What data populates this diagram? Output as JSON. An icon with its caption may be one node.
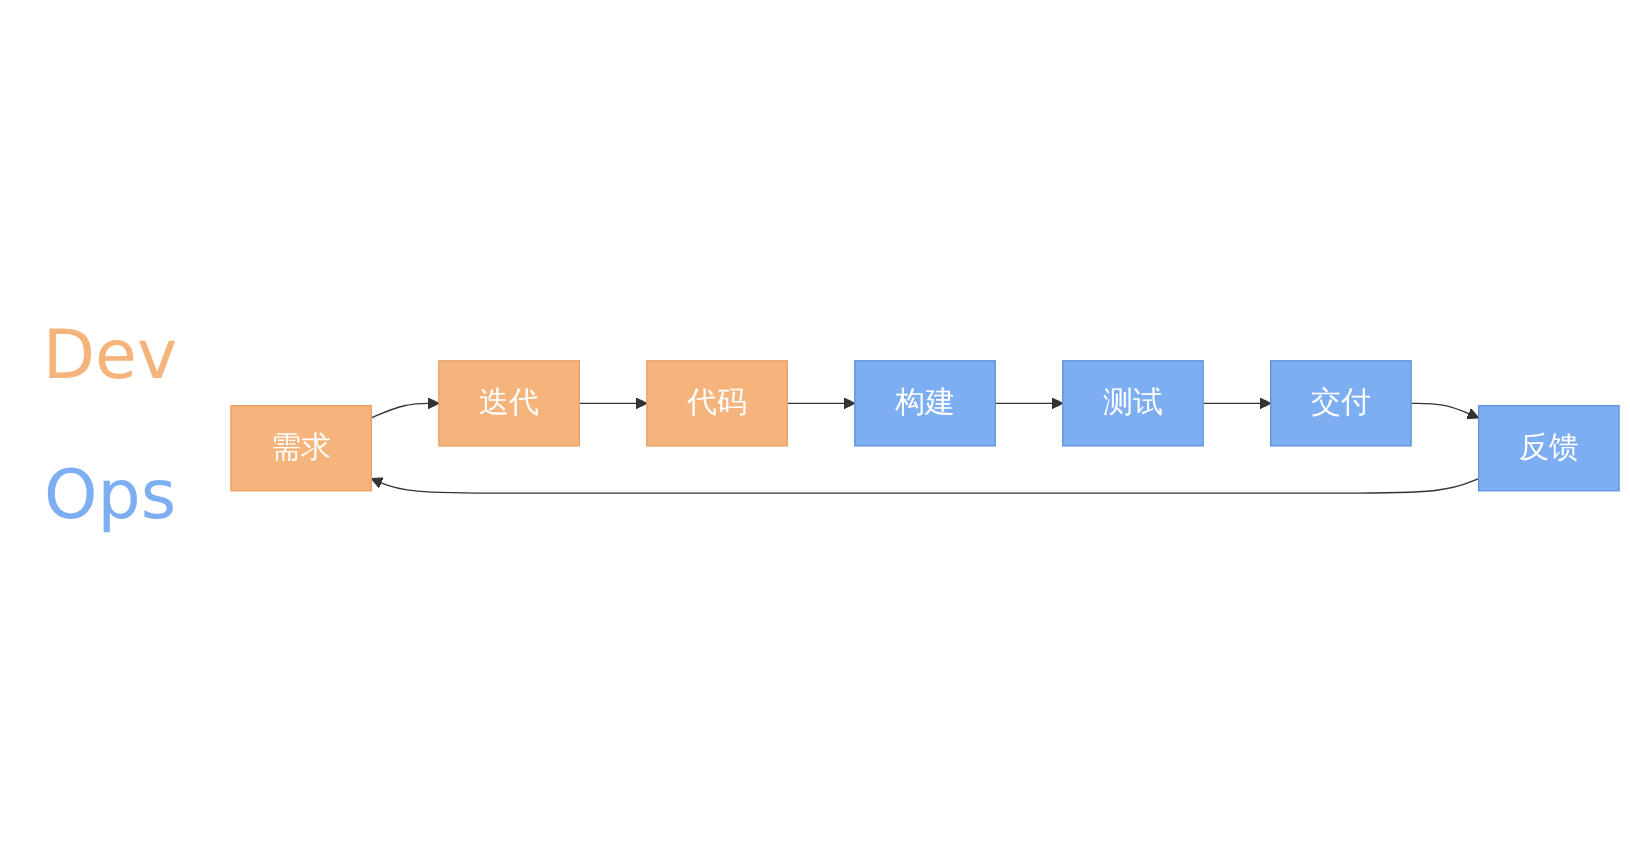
{
  "diagram": {
    "nodes": [
      {
        "text": [
          "需求"
        ]
      },
      {
        "text": [
          "迭代"
        ]
      },
      {
        "text": [
          "代码"
        ]
      },
      {
        "text": [
          "构建"
        ]
      },
      {
        "text": [
          "测试"
        ]
      },
      {
        "text": [
          "交付"
        ]
      },
      {
        "text": [
          "反馈"
        ]
      }
    ],
    "edges": [
      {
        "from": 0,
        "to": 1,
        "arrow": "to"
      },
      {
        "from": 1,
        "to": 2,
        "arrow": "to"
      },
      {
        "from": 2,
        "to": 3,
        "arrow": "to"
      },
      {
        "from": 3,
        "to": 4,
        "arrow": "to"
      },
      {
        "from": 4,
        "to": 5,
        "arrow": "to"
      },
      {
        "from": 5,
        "to": 6,
        "arrow": "to"
      },
      {
        "from": 6,
        "to": 0,
        "arrow": "to"
      }
    ],
    "labels": [
      "Dev",
      "Ops"
    ]
  }
}
